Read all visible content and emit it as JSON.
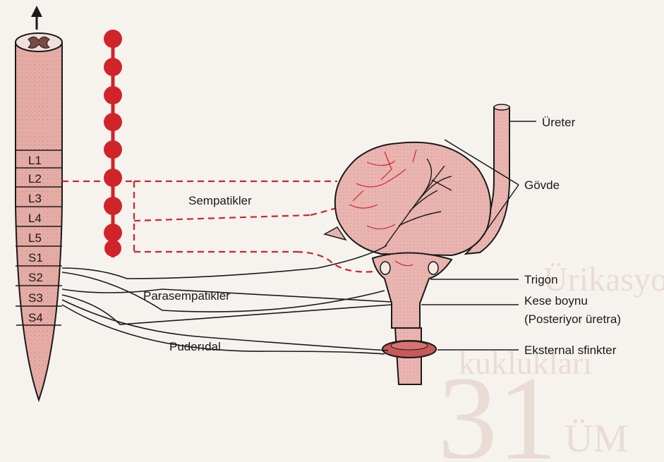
{
  "spinal_segments": [
    "L1",
    "L2",
    "L3",
    "L4",
    "L5",
    "S1",
    "S2",
    "S3",
    "S4"
  ],
  "labels": {
    "sympathetic": "Sempatikler",
    "parasympathetic": "Parasempatikler",
    "pudendal": "Puderıdal",
    "ureter": "Üreter",
    "body": "Gövde",
    "trigone": "Trigon",
    "bladder_neck": "Kese boynu",
    "posterior_urethra": "(Posteriyor üretra)",
    "external_sphincter": "Eksternal sfinkter"
  },
  "watermark": {
    "line1": "Ürikasyon, Refleksler ve Bozu",
    "line2": "kuklukları",
    "number": "31",
    "fragment": "ÜM"
  },
  "colors": {
    "tissue": "#e8a9a4",
    "tissue_light": "#eec4bf",
    "red": "#d0242a",
    "outline": "#1a1a1a",
    "background": "#f6f3ef"
  }
}
